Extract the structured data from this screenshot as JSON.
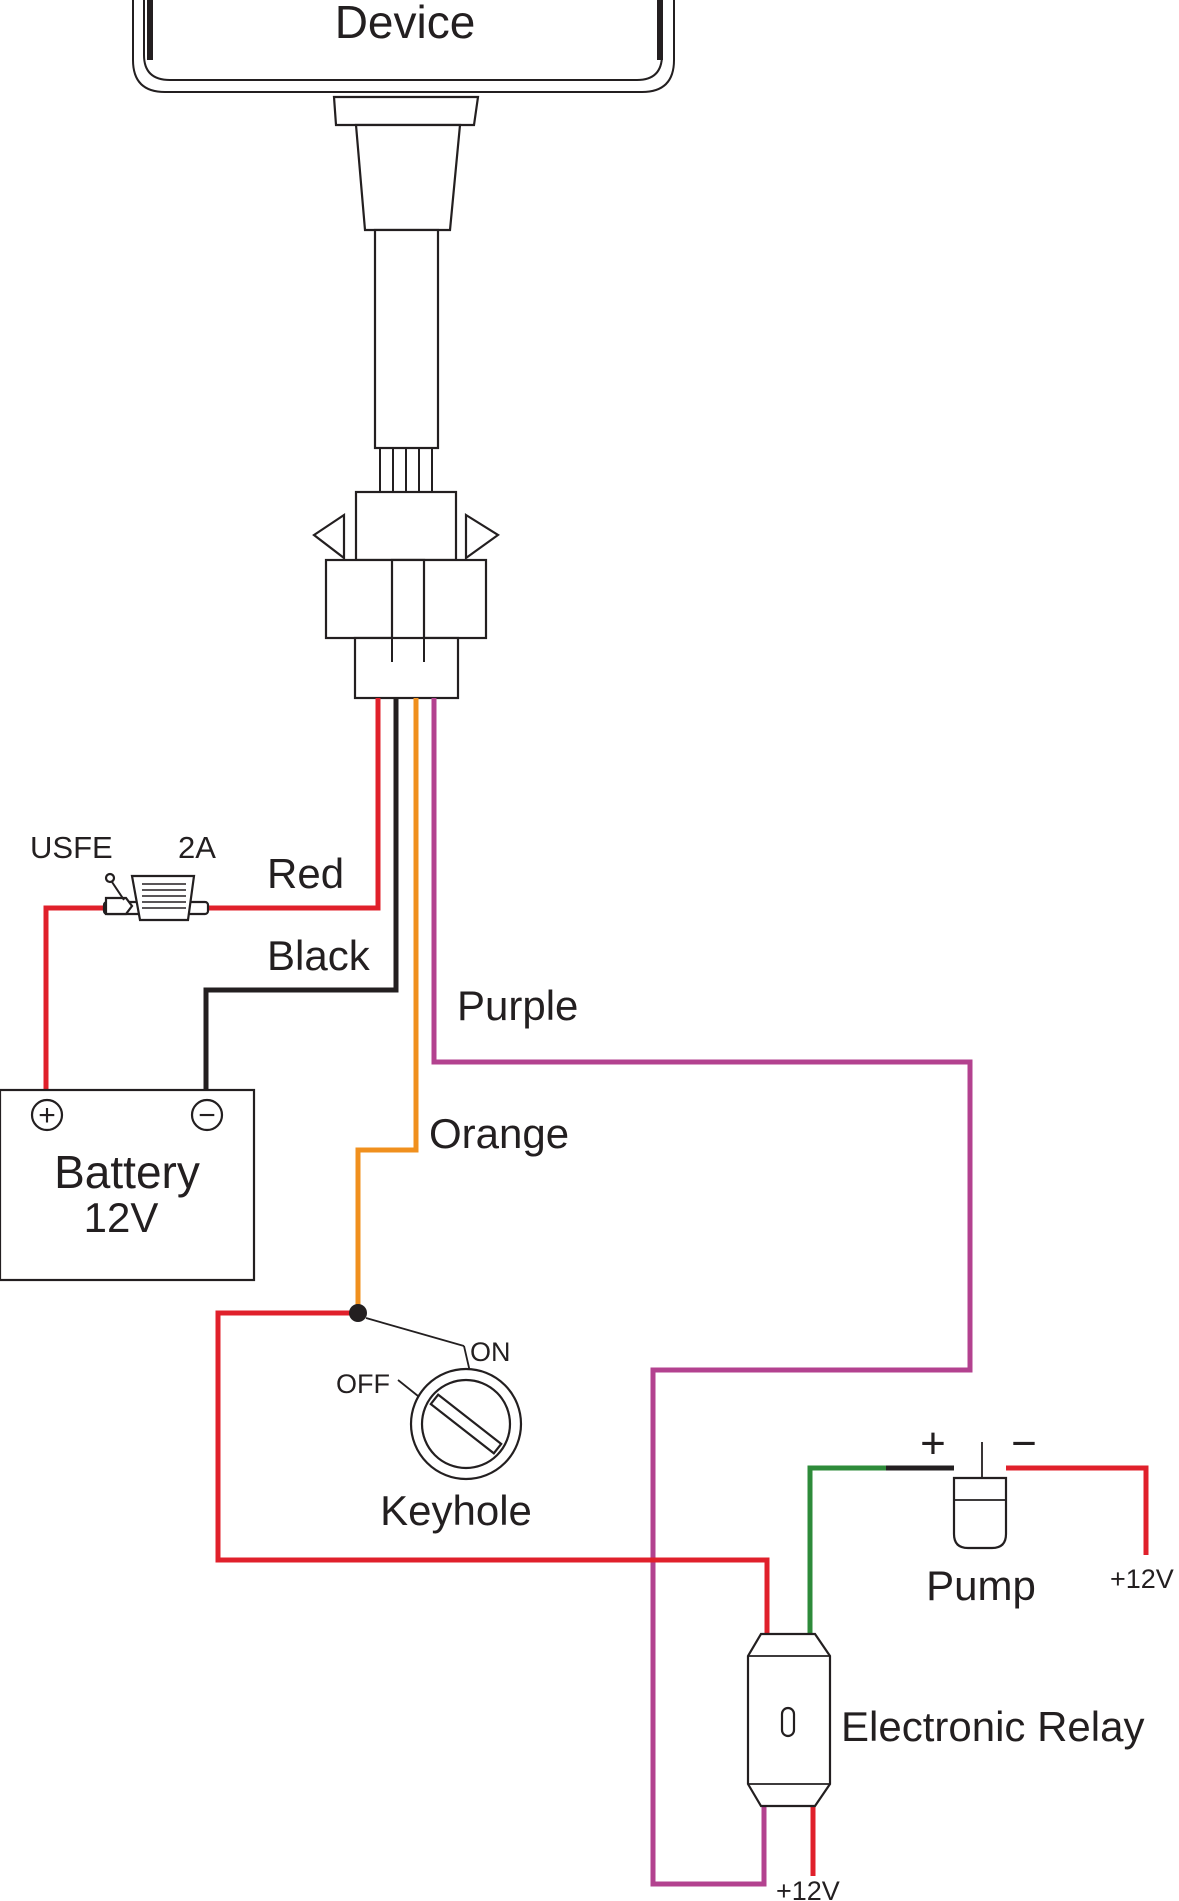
{
  "device": {
    "title": "Device"
  },
  "fuse": {
    "brand": "USFE",
    "rating": "2A"
  },
  "wires": {
    "red": "Red",
    "black": "Black",
    "purple": "Purple",
    "orange": "Orange"
  },
  "battery": {
    "title": "Battery",
    "voltage": "12V",
    "plus": "+",
    "minus": "−"
  },
  "keyhole": {
    "title": "Keyhole",
    "on": "ON",
    "off": "OFF"
  },
  "pump": {
    "title": "Pump",
    "plus": "+",
    "minus": "−",
    "supply": "+12V"
  },
  "relay": {
    "title": "Electronic Relay",
    "supply": "+12V"
  },
  "colors": {
    "red": "#e0202b",
    "black": "#231f20",
    "orange": "#f0901e",
    "purple": "#b3428f",
    "green": "#2e8b3a"
  }
}
